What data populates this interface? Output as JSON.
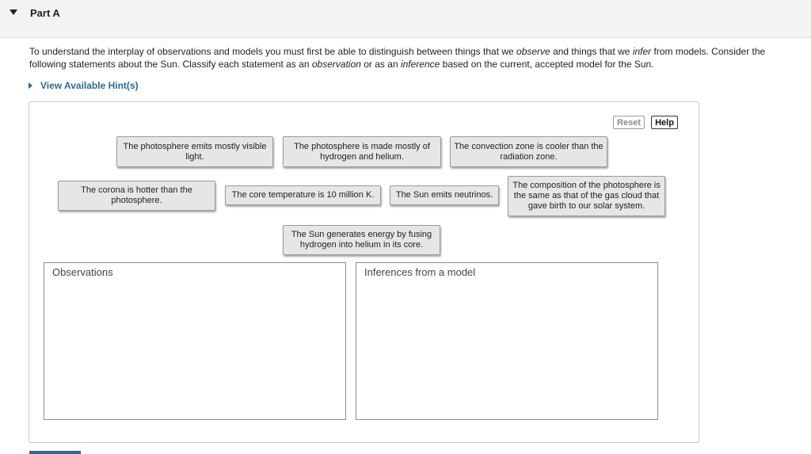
{
  "header": {
    "part_title": "Part A"
  },
  "instructions": {
    "t1": "To understand the interplay of observations and models you must first be able to distinguish between things that we ",
    "observe": "observe",
    "t2": " and things that we ",
    "infer": "infer",
    "t3": " from models. Consider the following statements about the Sun. Classify each statement as an ",
    "observation": "observation",
    "t4": " or as an ",
    "inference": "inference",
    "t5": " based on the current, accepted model for the Sun."
  },
  "hint": {
    "label": "View Available Hint(s)"
  },
  "toolbar": {
    "reset_label": "Reset",
    "help_label": "Help"
  },
  "cards": [
    "The photosphere emits mostly visible light.",
    "The photosphere is made mostly of hydrogen and helium.",
    "The convection zone is cooler than the radiation zone.",
    "The corona is hotter than the photosphere.",
    "The core temperature is 10 million K.",
    "The Sun emits neutrinos.",
    "The composition of the photosphere is the same as that of the gas cloud that gave birth to our solar system.",
    "The Sun generates energy by fusing hydrogen into helium in its core."
  ],
  "zones": {
    "observations_label": "Observations",
    "inferences_label": "Inferences from a model"
  },
  "colors": {
    "link": "#2b6a94",
    "card_bg": "#e6e6e6"
  }
}
